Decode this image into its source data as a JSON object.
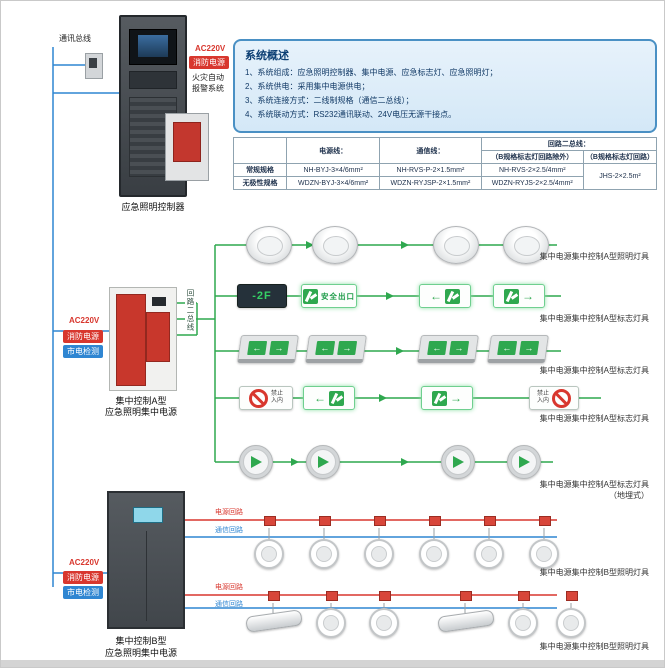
{
  "comm_bus": {
    "label": "通讯总线"
  },
  "controller": {
    "name": "应急照明控制器",
    "ac": "AC220V",
    "fire_power": "消防电源",
    "alarm_line1": "火灾自动",
    "alarm_line2": "报警系统"
  },
  "overview": {
    "title": "系统概述",
    "items": [
      "1、系统组成：应急照明控制器、集中电源、应急标志灯、应急照明灯；",
      "2、系统供电：采用集中电源供电；",
      "3、系统连接方式：二线制规格（通信二总线）；",
      "4、系统联动方式：RS232通讯联动、24V电压无源干接点。"
    ]
  },
  "cable_table": {
    "headers": {
      "power": "电源线：",
      "comm": "通信线：",
      "loop": "回路二总线：",
      "loop_sub1": "（B规格标志灯回路除外）",
      "loop_sub2": "（B规格标志灯回路）"
    },
    "rows": [
      {
        "label": "常规规格",
        "power": "NH-BYJ-3×4/6mm²",
        "comm": "NH-RVS-P-2×1.5mm²",
        "loop1": "NH-RVS-2×2.5/4mm²",
        "loop2": "JHS-2×2.5m²"
      },
      {
        "label": "无极性规格",
        "power": "WDZN-BYJ-3×4/6mm²",
        "comm": "WDZN-RYJSP-2×1.5mm²",
        "loop1": "WDZN-RYJS-2×2.5/4mm²"
      }
    ]
  },
  "power_a": {
    "name_line1": "集中控制A型",
    "name_line2": "应急照明集中电源",
    "ac": "AC220V",
    "fire_power": "消防电源",
    "mains_check": "市电检测",
    "loop_bus": "回路二总线"
  },
  "power_b": {
    "name_line1": "集中控制B型",
    "name_line2": "应急照明集中电源",
    "ac": "AC220V",
    "fire_power": "消防电源",
    "mains_check": "市电检测",
    "power_loop": "电源回路",
    "comm_loop": "通信回路"
  },
  "row_labels": {
    "a1": "集中电源集中控制A型照明灯具",
    "a2": "集中电源集中控制A型标志灯具",
    "a3": "集中电源集中控制A型标志灯具",
    "a4": "集中电源集中控制A型标志灯具",
    "a5_line1": "集中电源集中控制A型标志灯具",
    "a5_line2": "（地埋式）",
    "b1": "集中电源集中控制B型照明灯具",
    "b2": "集中电源集中控制B型照明灯具"
  },
  "signs": {
    "floor": "-2F",
    "exit": "安全出口",
    "arrow_left": "←",
    "arrow_right": "→",
    "no_entry_line1": "禁止",
    "no_entry_line2": "入内"
  }
}
